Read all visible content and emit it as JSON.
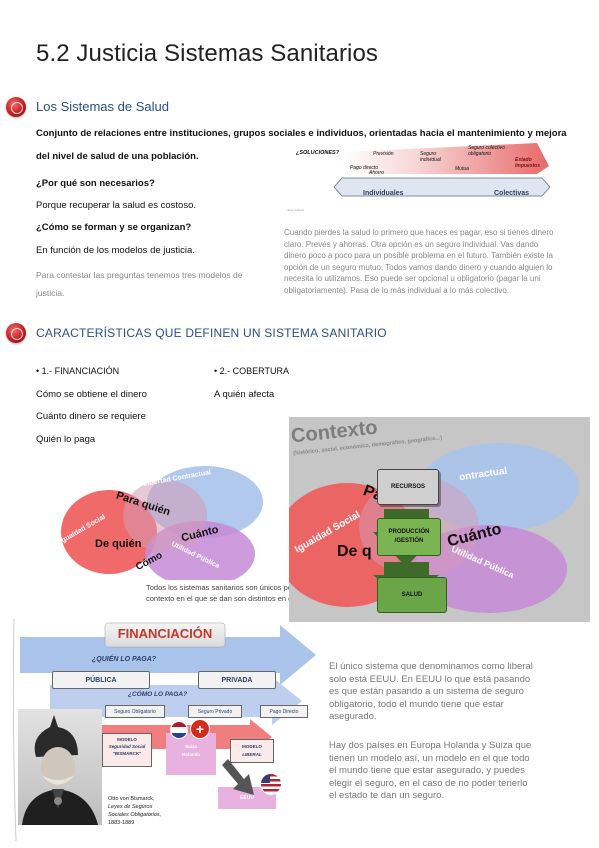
{
  "page": {
    "title": "5.2 Justicia Sistemas Sanitarios"
  },
  "section1": {
    "heading": "Los Sistemas de Salud",
    "definition_line1": "Conjunto de relaciones entre instituciones, grupos sociales e individuos, orientadas hacia el mantenimiento y mejora",
    "definition_line2": "del nivel de salud de una población.",
    "q1": "¿Por qué son necesarios?",
    "a1": "Porque recuperar la salud es costoso.",
    "q2": "¿Cómo se forman y se organizan?",
    "a2": "En función de los modelos de justicia.",
    "note_line1": "Para contestar las preguntas tenemos tres modelos de",
    "note_line2": "justicia.",
    "side_note_lines": [
      "Cuando pierdes la salud lo primero que haces es pagar, eso si tienes dinero",
      "claro. Prevés y ahorras. Otra opción es un seguro individual. Vas dando",
      "dinero poco a poco para un posible problema en el futuro. También existe la",
      "opción de un seguro mutuo. Todos vamos dando dinero y cuando alguien lo",
      "necesita lo utilizamos. Eso puede ser opcional u obligatorio (pagar la uni",
      "obligatoriamente). Pasa de lo más individual a lo más colectivo."
    ]
  },
  "solutions_diagram": {
    "label": "¿SOLUCIONES?",
    "items": [
      "Pago directo",
      "Ahorro",
      "Previsión",
      "Seguro individual",
      "Mutua",
      "Seguro colectivo obligatorio",
      "Estado Impuestos"
    ],
    "axis_left": "Individuales",
    "axis_right": "Colectivas",
    "footnote": "Jose Antonio"
  },
  "section2": {
    "heading": "CARACTERÍSTICAS QUE DEFINEN UN SISTEMA SANITARIO",
    "col1_title": "• 1.- FINANCIACIÓN",
    "col1_items": [
      "Cómo se obtiene el dinero",
      "Cuánto dinero se requiere",
      "Quién lo paga"
    ],
    "col2_title": "• 2.- COBERTURA",
    "col2_items": [
      "A quién afecta"
    ]
  },
  "bubbles_diagram": {
    "words": {
      "libertad": "Libertad Contractual",
      "para_quien": "Para quién",
      "igualdad": "Igualdad Social",
      "de_quien": "De quién",
      "cuanto": "Cuánto",
      "como": "Cómo",
      "utilidad": "Utilidad Pública"
    },
    "caption_line1": "Todos los sistemas sanitarios son únicos porque el",
    "caption_line2": "contexto en el que se dan son distintos en cada país."
  },
  "context_diagram": {
    "title": "Contexto",
    "subtitle": "(histórico, social, económico, demográfico, geográfico...)",
    "contractual": "ontractual",
    "para": "Pa",
    "igualdad": "Igualdad Social",
    "de_q": "De q",
    "cuanto": "Cuánto",
    "utilidad": "Utilidad Pública",
    "boxes": [
      "RECURSOS",
      "PRODUCCIÓN /GESTIÓN",
      "SALUD"
    ]
  },
  "financing_diagram": {
    "title": "FINANCIACIÓN",
    "who_pays": "¿QUIÉN LO PAGA?",
    "publica": "PÚBLICA",
    "privada": "PRIVADA",
    "how_pays": "¿CÓMO LO PAGA?",
    "sub_items": [
      "Seguro Obligatorio",
      "Seguro Privado",
      "Pago Directo"
    ],
    "models": {
      "bismarck_l1": "MODELO",
      "bismarck_l2": "Seguridad Social",
      "bismarck_l3": "\"BISMARCK\"",
      "suiza_l1": "Suiza",
      "suiza_l2": "Holanda",
      "liberal_l1": "MODELO",
      "liberal_l2": "LIBERAL",
      "eeuu": "EEUU"
    },
    "portrait_caption": [
      "Otto von Bismarck,",
      "Leyes de Seguros",
      "Sociales Obligatorios,",
      "1883-1889"
    ]
  },
  "right_text": {
    "para1_lines": [
      "El único sistema que denominamos como liberal",
      "solo está EEUU. En EEUU lo que está pasando",
      "es que están pasando a un sistema de seguro",
      "obligatorio, todo el mundo tiene que estar",
      "asegurado."
    ],
    "para2_lines": [
      "Hay dos países en Europa Holanda y Suiza que",
      "tienen un modelo así, un modelo en el que todo",
      "el mundo tiene que estar asegurado, y puedes",
      "elegir el seguro, en el caso de no poder tenerlo",
      "el estado te dan un seguro."
    ]
  }
}
